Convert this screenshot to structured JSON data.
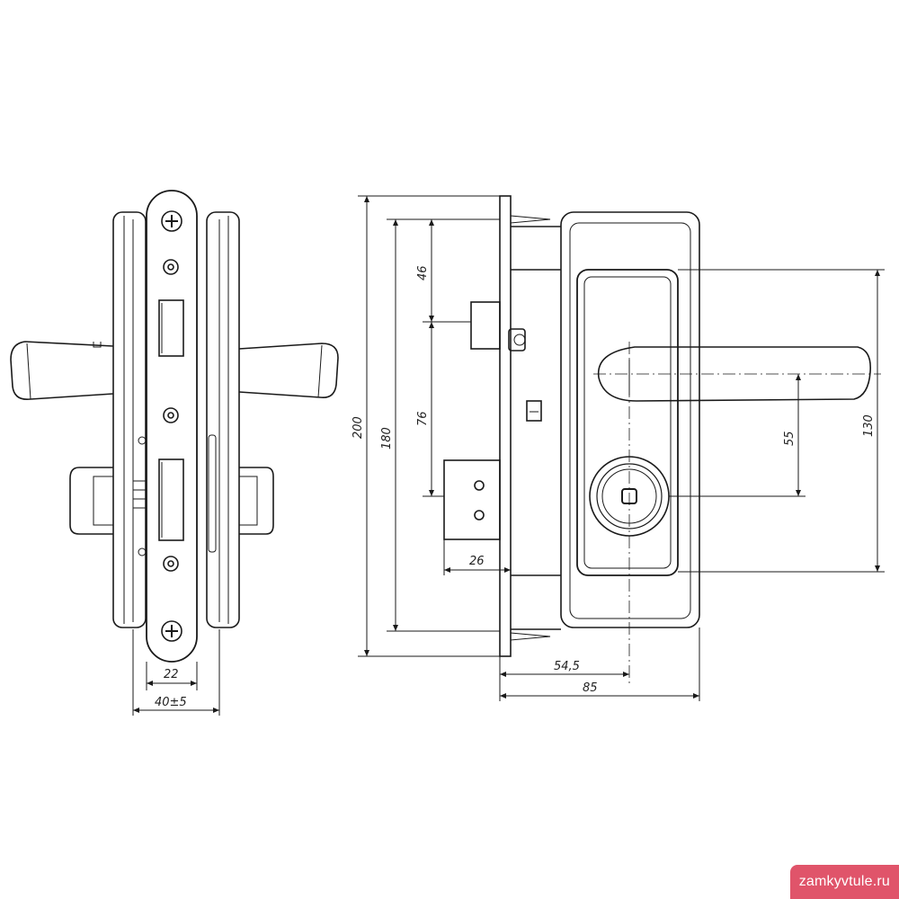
{
  "colors": {
    "line": "#1a1a1a",
    "background": "#ffffff",
    "watermark_bg": "#e0546a",
    "watermark_text": "#ffffff"
  },
  "front_view": {
    "dimensions": {
      "latch_width": "22",
      "door_thickness": "40±5"
    }
  },
  "side_view": {
    "dimensions": {
      "overall_height": "200",
      "faceplate_height": "180",
      "backset_top": "46",
      "latch_to_cylinder": "76",
      "cylinder_to_handle": "55",
      "escutcheon_height": "130",
      "faceplate_offset": "26",
      "backset": "54,5",
      "depth": "85"
    }
  },
  "watermark": {
    "text": "zamkyvtule.ru"
  }
}
